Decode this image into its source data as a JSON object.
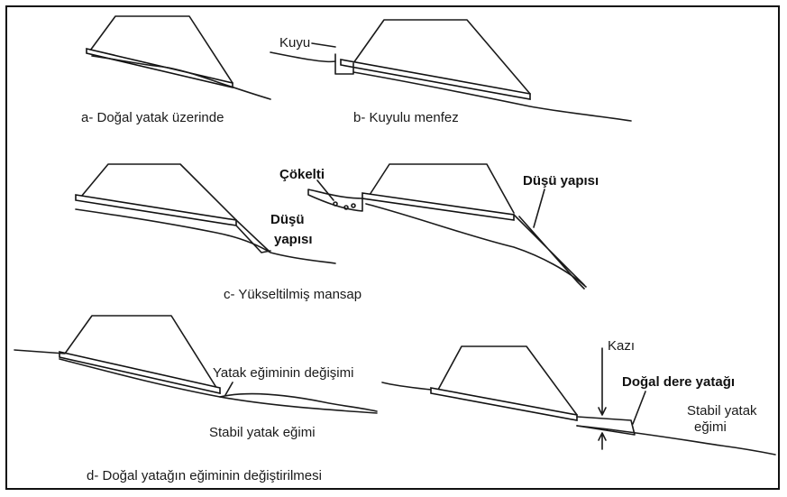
{
  "colors": {
    "ink": "#1a1a1a",
    "frame": "#111111",
    "background": "#ffffff"
  },
  "panels": {
    "a": {
      "caption": "a- Doğal yatak üzerinde"
    },
    "b": {
      "caption": "b- Kuyulu menfez",
      "kuyu_label": "Kuyu"
    },
    "c": {
      "caption": "c- Yükseltilmiş mansap",
      "dusu_label_1": "Düşü",
      "dusu_label_2": "yapısı",
      "cokelti_label": "Çökelti",
      "dusu_yapisi_label": "Düşü yapısı"
    },
    "d": {
      "caption": "d- Doğal yatağın eğiminin değiştirilmesi",
      "egim_degisimi_label": "Yatak eğiminin değişimi",
      "stabil_label": "Stabil yatak eğimi",
      "kazi_label": "Kazı",
      "dogal_dere_label": "Doğal dere yatağı",
      "stabil_label_1": "Stabil yatak",
      "stabil_label_2": "eğimi"
    }
  }
}
